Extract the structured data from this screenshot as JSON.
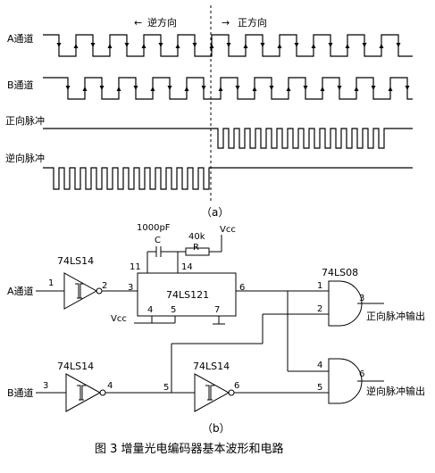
{
  "waveform": {
    "direction_reverse": "逆方向",
    "direction_forward": "正方向",
    "arrow_left": "←",
    "arrow_right": "→",
    "labels": {
      "a_channel": "A通道",
      "b_channel": "B通道",
      "forward_pulse": "正向脉冲",
      "reverse_pulse": "逆向脉冲"
    },
    "caption": "（a）"
  },
  "circuit": {
    "cap_value": "1000pF",
    "cap_name": "C",
    "res_value": "40k",
    "res_name": "R",
    "vcc": "Vcc",
    "ic_inverter_1": "74LS14",
    "ic_inverter_2": "74LS14",
    "ic_inverter_3": "74LS14",
    "ic_monostable": "74LS121",
    "ic_and": "74LS08",
    "input_a": "A通道",
    "input_b": "B通道",
    "output_forward": "正向脉冲输出",
    "output_reverse": "逆向脉冲输出",
    "pins": {
      "inv1_in": "1",
      "inv1_out": "2",
      "mono_11": "11",
      "mono_14": "14",
      "mono_3": "3",
      "mono_6": "6",
      "mono_4": "4",
      "mono_5": "5",
      "mono_7": "7",
      "and_1": "1",
      "and_2": "2",
      "and_3": "3",
      "and_4": "4",
      "and_5": "5",
      "and_6": "6",
      "inv2_in": "3",
      "inv2_out": "4",
      "inv3_in": "5",
      "inv3_out": "6",
      "b_to_and": "5"
    },
    "caption": "（b）"
  },
  "figure_title": "图 3   增量光电编码器基本波形和电路"
}
